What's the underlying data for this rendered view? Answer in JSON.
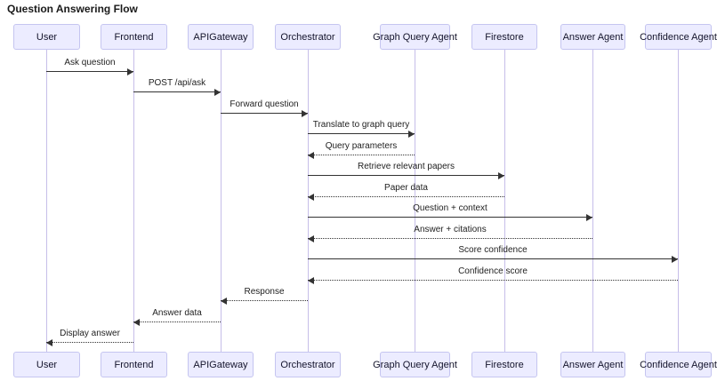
{
  "title": "Question Answering Flow",
  "colors": {
    "actor_fill": "#ECECFF",
    "actor_border": "#C5C5F0",
    "lifeline": "#C6BEE9",
    "message_line": "#333333",
    "message_text": "#222222"
  },
  "actors": [
    {
      "id": "user",
      "label": "User"
    },
    {
      "id": "frontend",
      "label": "Frontend"
    },
    {
      "id": "apigateway",
      "label": "APIGateway"
    },
    {
      "id": "orchestrator",
      "label": "Orchestrator"
    },
    {
      "id": "graph-query-agent",
      "label": "Graph Query Agent"
    },
    {
      "id": "firestore",
      "label": "Firestore"
    },
    {
      "id": "answer-agent",
      "label": "Answer Agent"
    },
    {
      "id": "confidence-agent",
      "label": "Confidence Agent"
    }
  ],
  "messages": [
    {
      "from": "user",
      "to": "frontend",
      "label": "Ask question",
      "type": "solid"
    },
    {
      "from": "frontend",
      "to": "apigateway",
      "label": "POST /api/ask",
      "type": "solid"
    },
    {
      "from": "apigateway",
      "to": "orchestrator",
      "label": "Forward question",
      "type": "solid"
    },
    {
      "from": "orchestrator",
      "to": "graph-query-agent",
      "label": "Translate to graph query",
      "type": "solid"
    },
    {
      "from": "graph-query-agent",
      "to": "orchestrator",
      "label": "Query parameters",
      "type": "dashed"
    },
    {
      "from": "orchestrator",
      "to": "firestore",
      "label": "Retrieve relevant papers",
      "type": "solid"
    },
    {
      "from": "firestore",
      "to": "orchestrator",
      "label": "Paper data",
      "type": "dashed"
    },
    {
      "from": "orchestrator",
      "to": "answer-agent",
      "label": "Question + context",
      "type": "solid"
    },
    {
      "from": "answer-agent",
      "to": "orchestrator",
      "label": "Answer + citations",
      "type": "dashed"
    },
    {
      "from": "orchestrator",
      "to": "confidence-agent",
      "label": "Score confidence",
      "type": "solid"
    },
    {
      "from": "confidence-agent",
      "to": "orchestrator",
      "label": "Confidence score",
      "type": "dashed"
    },
    {
      "from": "orchestrator",
      "to": "apigateway",
      "label": "Response",
      "type": "dashed"
    },
    {
      "from": "apigateway",
      "to": "frontend",
      "label": "Answer data",
      "type": "dashed"
    },
    {
      "from": "frontend",
      "to": "user",
      "label": "Display answer",
      "type": "dashed"
    }
  ]
}
